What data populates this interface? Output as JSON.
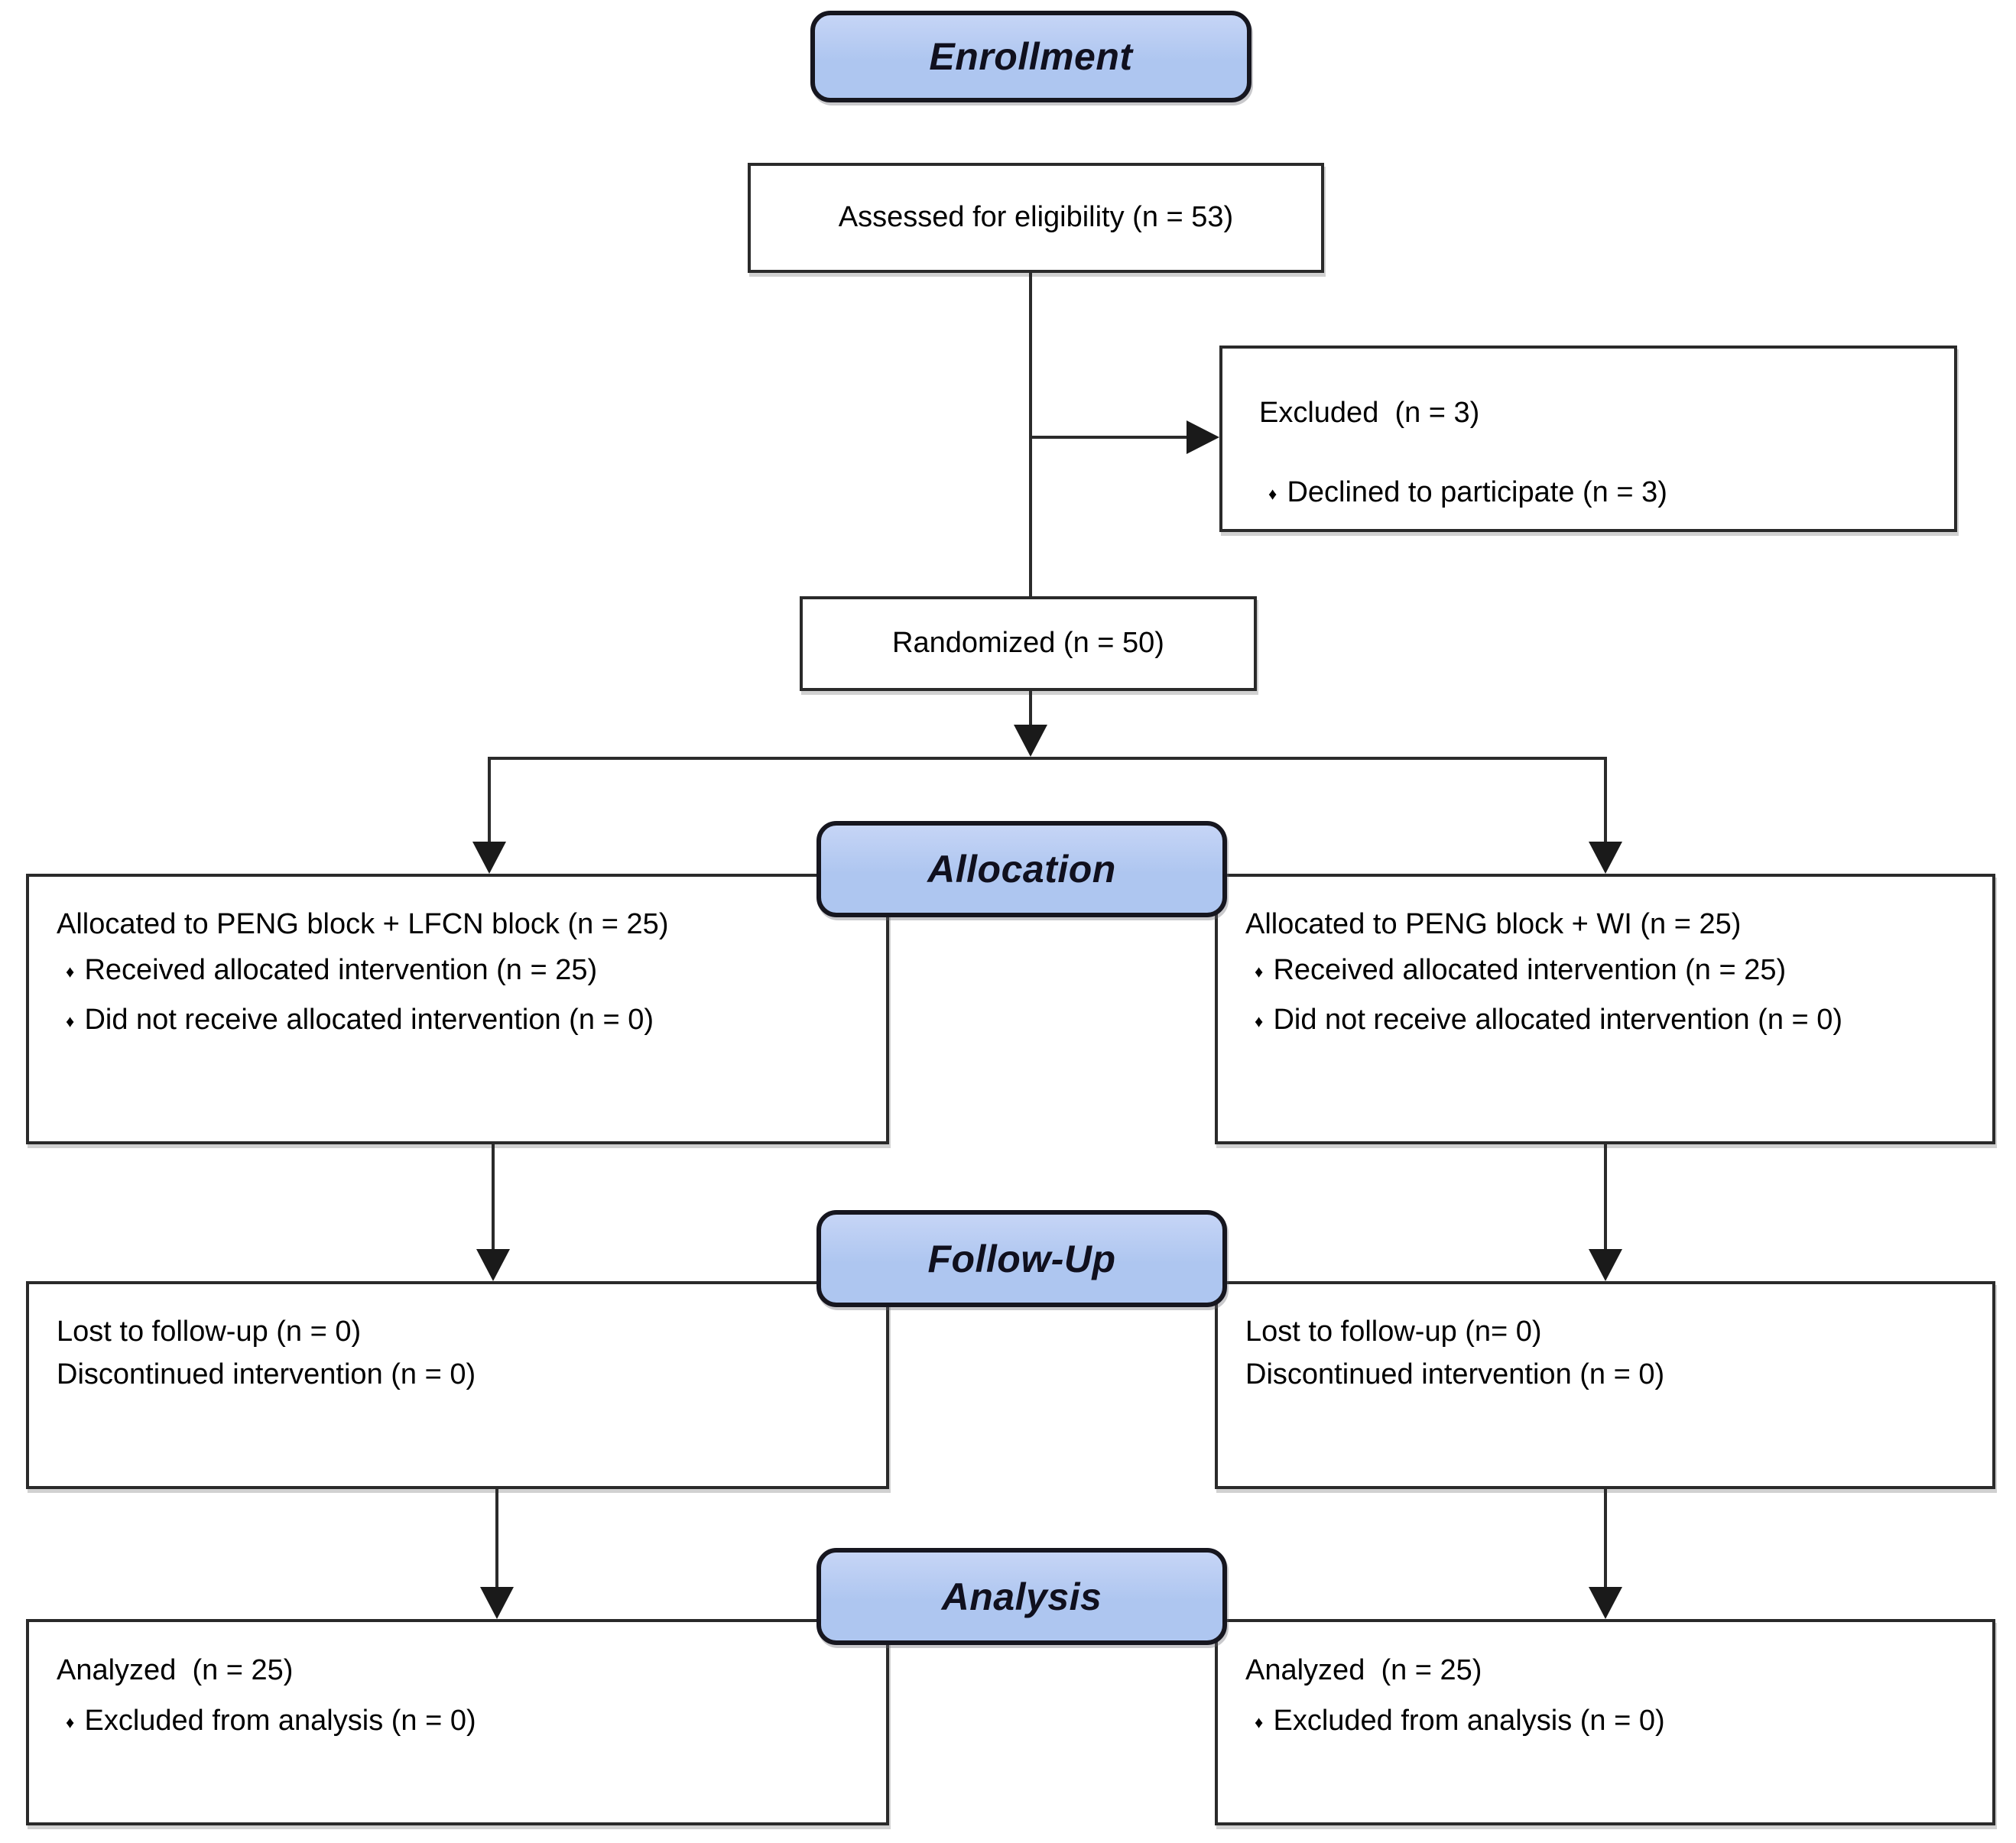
{
  "diagram": {
    "title": "CONSORT participant flow diagram",
    "bullet_glyph": "♦",
    "colors": {
      "header_fill": "#aec6f0",
      "header_fill_light": "#c6d5f6",
      "header_border": "#16161f",
      "header_text": "#10101e",
      "box_border": "#2a2a2a",
      "box_bg": "#ffffff",
      "text": "#000000",
      "line": "#2b2b2b"
    },
    "stages": {
      "enrollment": {
        "label": "Enrollment"
      },
      "allocation": {
        "label": "Allocation"
      },
      "followup": {
        "label": "Follow-Up"
      },
      "analysis": {
        "label": "Analysis"
      }
    },
    "boxes": {
      "assessed": {
        "text": "Assessed for eligibility (n = 53)"
      },
      "excluded": {
        "title": "Excluded  (n = 3)",
        "bullets": [
          "Declined to participate (n = 3)"
        ]
      },
      "randomized": {
        "text": "Randomized (n = 50)"
      },
      "alloc_left": {
        "title": "Allocated to PENG block + LFCN block (n = 25)",
        "bullets": [
          "Received allocated intervention (n = 25)",
          "Did not receive allocated intervention (n = 0)"
        ]
      },
      "alloc_right": {
        "title": "Allocated to PENG block + WI (n = 25)",
        "bullets": [
          "Received allocated intervention (n = 25)",
          "Did not receive allocated intervention (n = 0)"
        ]
      },
      "fu_left": {
        "lines": [
          "Lost to follow-up (n = 0)",
          "Discontinued intervention (n = 0)"
        ]
      },
      "fu_right": {
        "lines": [
          "Lost to follow-up (n= 0)",
          "Discontinued intervention (n = 0)"
        ]
      },
      "an_left": {
        "title": "Analyzed  (n = 25)",
        "bullets": [
          "Excluded from analysis (n = 0)"
        ]
      },
      "an_right": {
        "title": "Analyzed  (n = 25)",
        "bullets": [
          "Excluded from analysis (n = 0)"
        ]
      }
    }
  }
}
